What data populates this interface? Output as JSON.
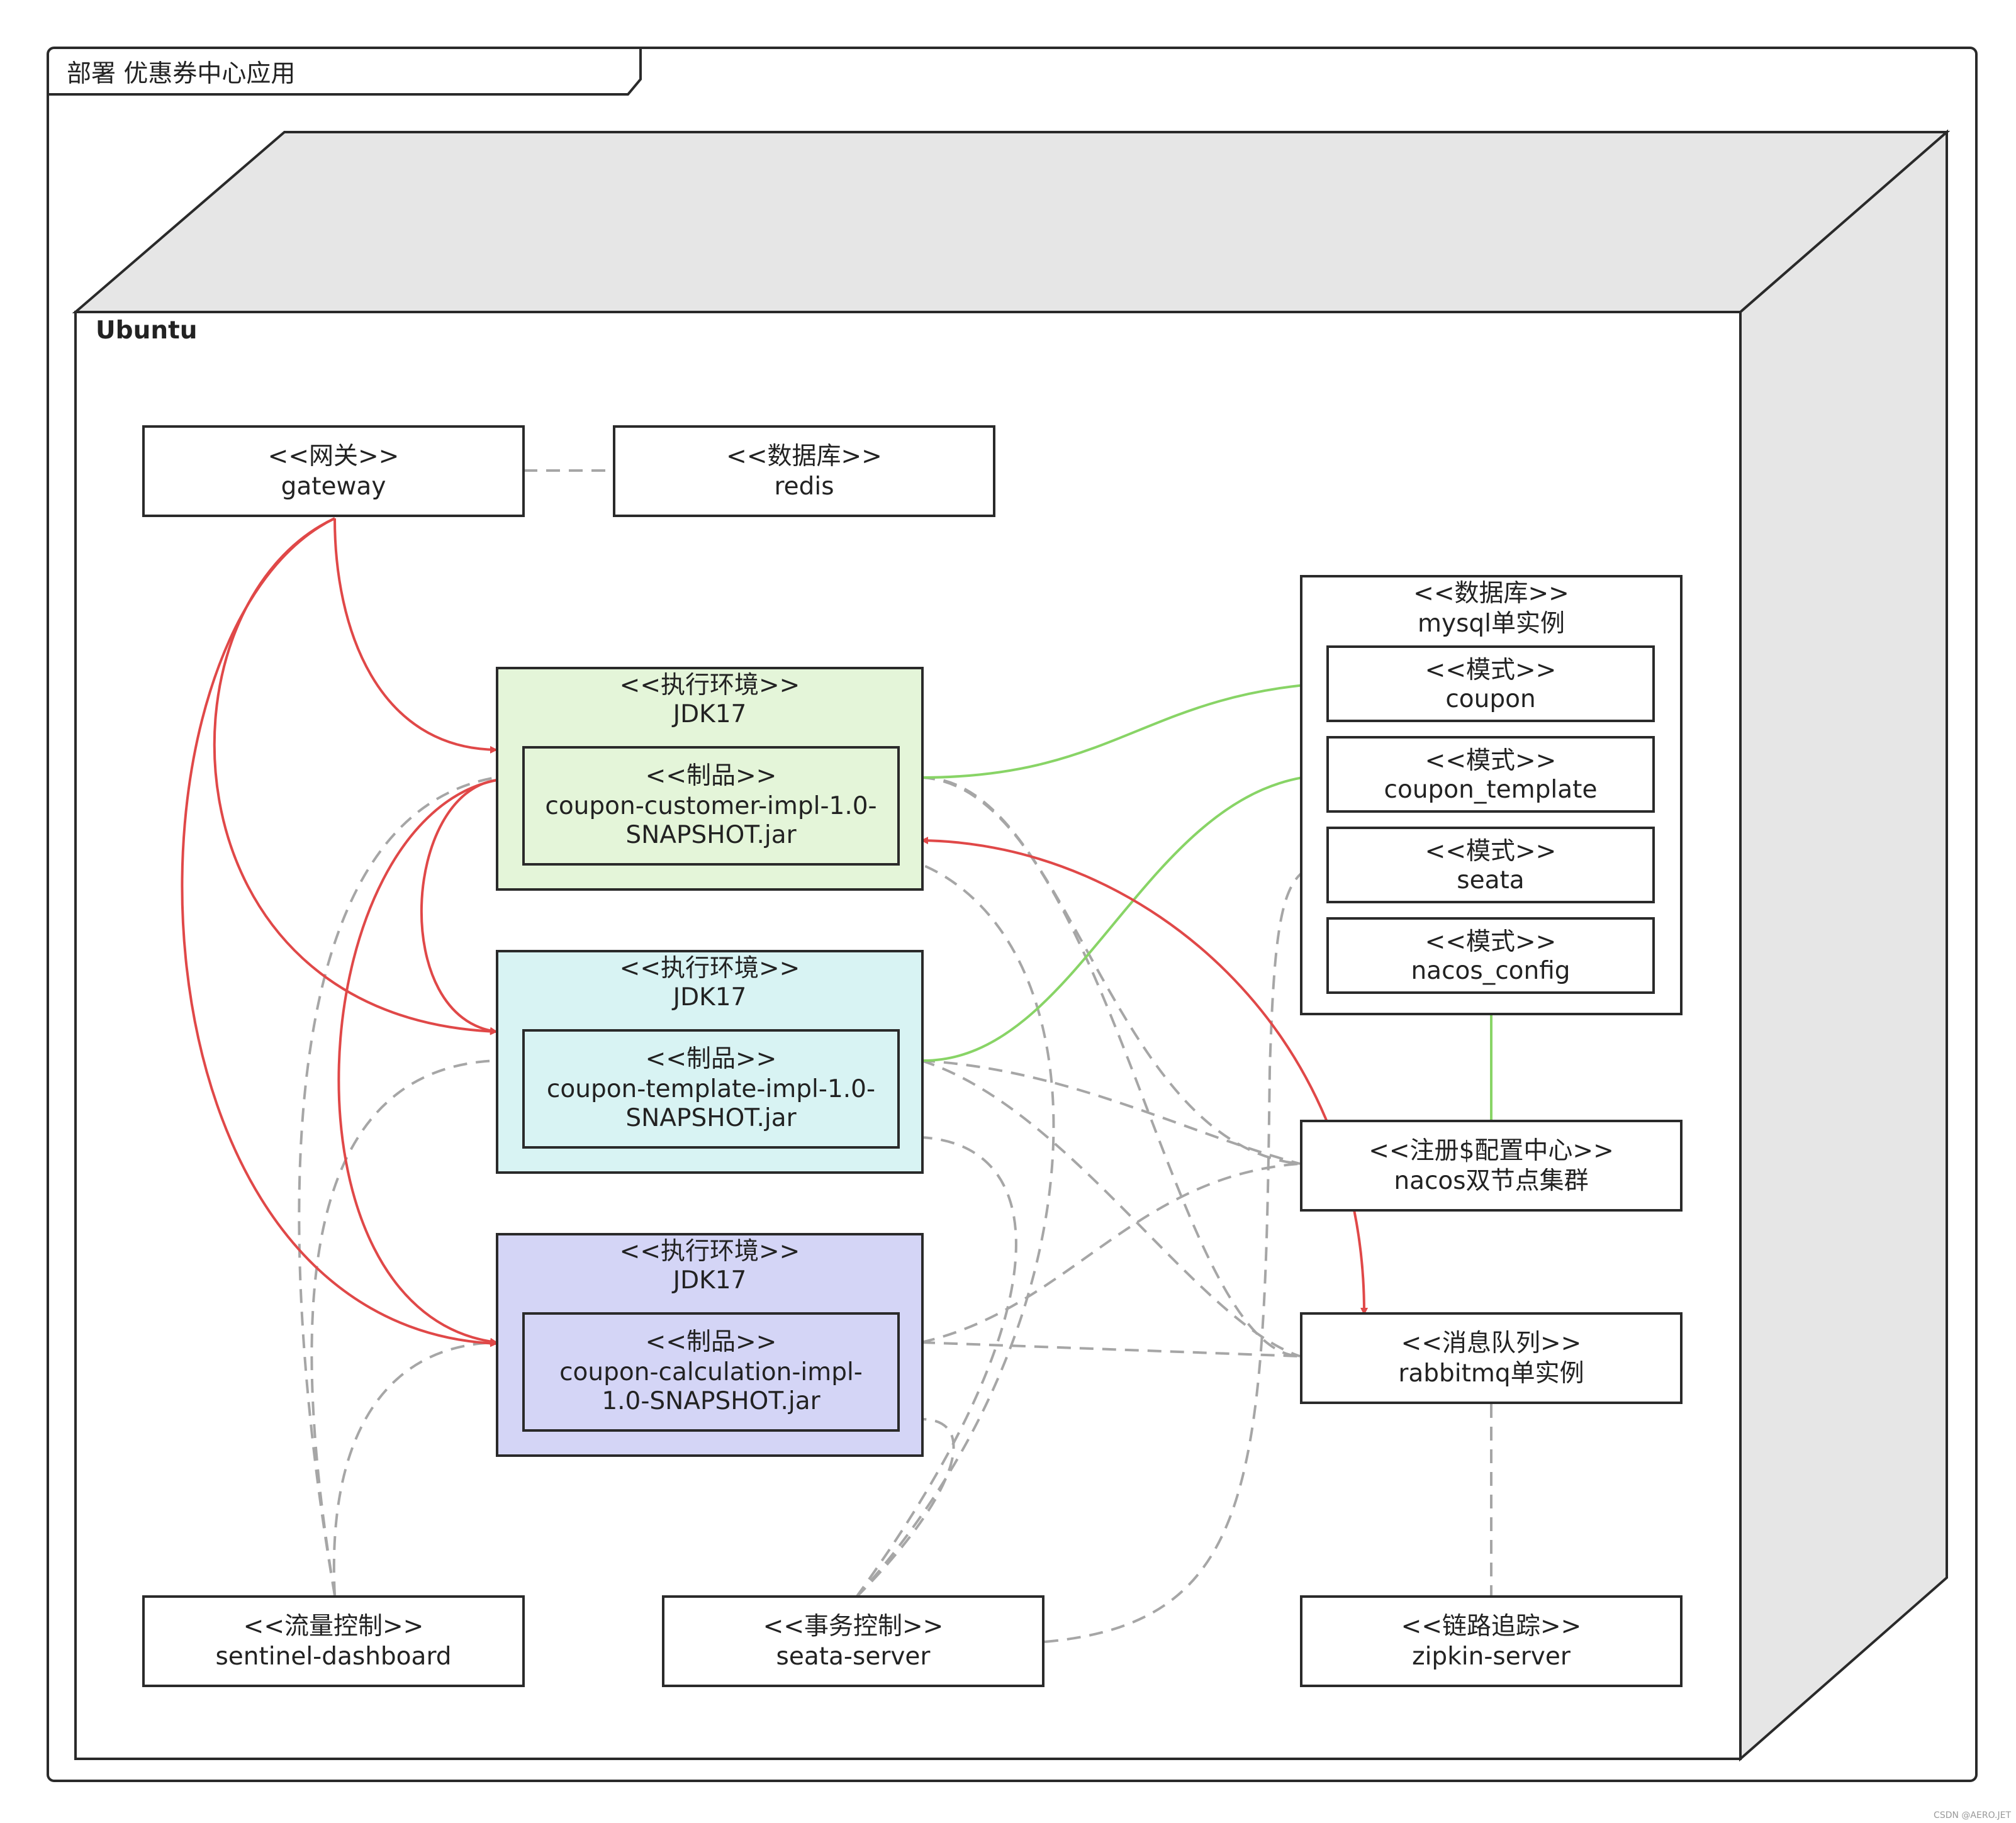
{
  "frame": {
    "title": "部署 优惠券中心应用"
  },
  "node": {
    "name": "Ubuntu"
  },
  "components": {
    "gateway": {
      "stereotype": "<<网关>>",
      "name": "gateway"
    },
    "redis": {
      "stereotype": "<<数据库>>",
      "name": "redis"
    },
    "mysql": {
      "stereotype": "<<数据库>>",
      "name": "mysql单实例"
    },
    "schemas": [
      {
        "stereotype": "<<模式>>",
        "name": "coupon"
      },
      {
        "stereotype": "<<模式>>",
        "name": "coupon_template"
      },
      {
        "stereotype": "<<模式>>",
        "name": "seata"
      },
      {
        "stereotype": "<<模式>>",
        "name": "nacos_config"
      }
    ],
    "envs": [
      {
        "stereotype": "<<执行环境>>",
        "name": "JDK17",
        "color": "#e4f5d9",
        "artifact": {
          "stereotype": "<<制品>>",
          "lines": [
            "coupon-customer-impl-1.0-",
            "SNAPSHOT.jar"
          ]
        }
      },
      {
        "stereotype": "<<执行环境>>",
        "name": "JDK17",
        "color": "#d8f3f3",
        "artifact": {
          "stereotype": "<<制品>>",
          "lines": [
            "coupon-template-impl-1.0-",
            "SNAPSHOT.jar"
          ]
        }
      },
      {
        "stereotype": "<<执行环境>>",
        "name": "JDK17",
        "color": "#d4d5f6",
        "artifact": {
          "stereotype": "<<制品>>",
          "lines": [
            "coupon-calculation-impl-",
            "1.0-SNAPSHOT.jar"
          ]
        }
      }
    ],
    "nacos": {
      "stereotype": "<<注册$配置中心>>",
      "name": "nacos双节点集群"
    },
    "rabbitmq": {
      "stereotype": "<<消息队列>>",
      "name": "rabbitmq单实例"
    },
    "sentinel": {
      "stereotype": "<<流量控制>>",
      "name": "sentinel-dashboard"
    },
    "seata": {
      "stereotype": "<<事务控制>>",
      "name": "seata-server"
    },
    "zipkin": {
      "stereotype": "<<链路追踪>>",
      "name": "zipkin-server"
    }
  },
  "colors": {
    "red_arrow": "#e04848",
    "green_link": "#88d466",
    "gray_dashed": "#a6a6a6",
    "border": "#2a2a2a",
    "node_face": "#e6e6e6"
  },
  "watermark": "CSDN @AERO.JET"
}
